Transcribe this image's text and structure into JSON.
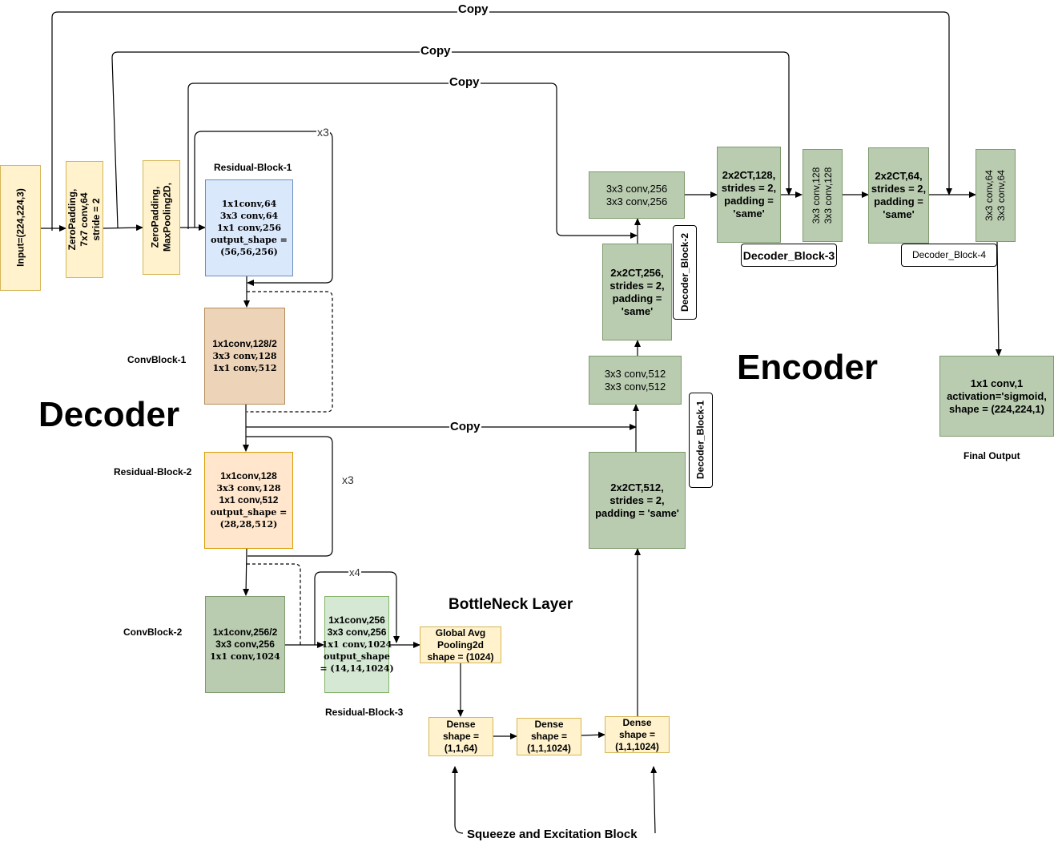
{
  "headings": {
    "decoder": "Decoder",
    "encoder": "Encoder",
    "bottleneck": "BottleNeck Layer",
    "squeeze": "Squeeze and Excitation Block"
  },
  "edge_labels": {
    "copy_1": "Copy",
    "copy_2": "Copy",
    "copy_3": "Copy",
    "copy_4": "Copy",
    "x3_top": "x3",
    "x3_mid": "x3",
    "x4": "x4"
  },
  "block_labels": {
    "residual_block_1": "Residual-Block-1",
    "conv_block_1": "ConvBlock-1",
    "residual_block_2": "Residual-Block-2",
    "conv_block_2": "ConvBlock-2",
    "residual_block_3": "Residual-Block-3",
    "final_output": "Final Output",
    "decoder_block_1": "Decoder_Block-1",
    "decoder_block_2": "Decoder_Block-2",
    "decoder_block_3": "Decoder_Block-3",
    "decoder_block_4": "Decoder_Block-4"
  },
  "nodes": {
    "input": [
      "Input=(224,224,3)"
    ],
    "zeropad1": [
      "ZeroPadding,",
      "7x7  conv,64",
      "stride = 2"
    ],
    "zeropad2": [
      "ZeroPadding,",
      "MaxPooling2D,"
    ],
    "res1": [
      "1x1conv,64",
      "3x3 conv,64",
      "1x1 conv,256",
      "output_shape =",
      "(56,56,256)"
    ],
    "conv1": [
      "1x1conv,128/2",
      "3x3 conv,128",
      "1x1 conv,512"
    ],
    "res2": [
      "1x1conv,128",
      "3x3 conv,128",
      "1x1 conv,512",
      "output_shape =",
      "(28,28,512)"
    ],
    "conv2": [
      "1x1conv,256/2",
      "3x3 conv,256",
      "1x1 conv,1024"
    ],
    "res3": [
      "1x1conv,256",
      "3x3 conv,256",
      "1x1 conv,1024",
      "output_shape",
      "= (14,14,1024)"
    ],
    "gap": [
      "Global Avg",
      "Pooling2d",
      "shape = (1024)"
    ],
    "dense1": [
      "Dense",
      "shape =",
      "(1,1,64)"
    ],
    "dense2": [
      "Dense",
      "shape =",
      "(1,1,1024)"
    ],
    "dense3": [
      "Dense",
      "shape =",
      "(1,1,1024)"
    ],
    "ct512": [
      "2x2CT,512,",
      "strides = 2,",
      "padding = 'same'"
    ],
    "c512": [
      "3x3 conv,512",
      "3x3 conv,512"
    ],
    "ct256": [
      "2x2CT,256,",
      "strides = 2,",
      "padding =",
      "'same'"
    ],
    "c256": [
      "3x3 conv,256",
      "3x3 conv,256"
    ],
    "ct128": [
      "2x2CT,128,",
      "strides = 2,",
      "padding =",
      "'same'"
    ],
    "c128": [
      "3x3 conv,128",
      "3x3 conv,128"
    ],
    "ct64": [
      "2x2CT,64,",
      "strides = 2,",
      "padding =",
      "'same'"
    ],
    "c64": [
      "3x3 conv,64",
      "3x3 conv,64"
    ],
    "final": [
      "1x1 conv,1",
      "activation='sigmoid,",
      "shape = (224,224,1)"
    ]
  },
  "colors": {
    "input_stem": "#fff2cc",
    "residual_block_1": "#dae8fc",
    "conv_block_1": "#edd4b9",
    "residual_block_2": "#ffe6cc",
    "conv_block_2": "#b9ccb0",
    "residual_block_3": "#d5e8d4",
    "decoder_blocks": "#b9ccb0"
  }
}
